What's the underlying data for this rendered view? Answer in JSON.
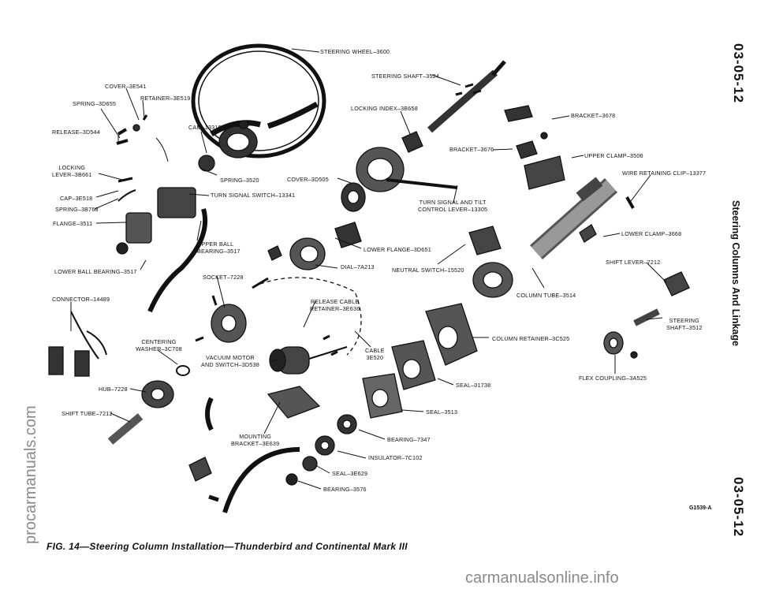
{
  "page": {
    "page_number_top": "03-05-12",
    "page_number_bottom": "03-05-12",
    "section_title": "Steering Columns And Linkage",
    "figure_caption": "FIG. 14—Steering Column Installation—Thunderbird and Continental Mark III",
    "figure_id": "G1539-A",
    "watermark_left": "procarmanuals.com",
    "watermark_bottom": "carmanualsonline.info"
  },
  "labels": {
    "steering_wheel": "STEERING WHEEL–3600",
    "steering_shaft": "STEERING SHAFT–3524",
    "cover_3e541": "COVER–3E541",
    "retainer_3e519": "RETAINER–3E519",
    "spring_3d655": "SPRING–3D655",
    "cam": "CAM–13318",
    "release": "RELEASE–3D544",
    "locking_index": "LOCKING INDEX–3B658",
    "bracket_3678": "BRACKET–3678",
    "bracket_3676": "BRACKET–3676",
    "upper_clamp": "UPPER CLAMP–3506",
    "locking_lever_1": "LOCKING",
    "locking_lever_2": "LEVER–3B661",
    "wire_clip": "WIRE RETAINING CLIP–13377",
    "spring_3520": "SPRING–3520",
    "cover_3d505": "COVER–3D505",
    "turn_signal_switch": "TURN SIGNAL SWITCH–13341",
    "cap": "CAP–3E518",
    "spring_3b768": "SPRING–3B768",
    "turn_tilt_1": "TURN SIGNAL AND TILT",
    "turn_tilt_2": "CONTROL LEVER–13305",
    "flange": "FLANGE–3511",
    "lower_clamp": "LOWER CLAMP–3668",
    "upper_ball_1": "UPPER BALL",
    "upper_ball_2": "BEARING–3517",
    "lower_flange": "LOWER FLANGE–3D651",
    "shift_lever": "SHIFT LEVER–7212",
    "lower_ball": "LOWER BALL BEARING–3517",
    "dial": "DIAL–7A213",
    "neutral_switch": "NEUTRAL SWITCH–15520",
    "socket": "SOCKET–7228",
    "column_tube": "COLUMN TUBE–3514",
    "connector": "CONNECTOR–14489",
    "release_cable_1": "RELEASE CABLE",
    "release_cable_2": "RETAINER–3E636",
    "steering_shaft_3512_1": "STEERING",
    "steering_shaft_3512_2": "SHAFT–3512",
    "column_retainer": "COLUMN RETAINER–3C525",
    "centering_1": "CENTERING",
    "centering_2": "WASHER–3C708",
    "cable_1": "CABLE",
    "cable_2": "3E520",
    "vacuum_1": "VACUUM MOTOR",
    "vacuum_2": "AND SWITCH–3D538",
    "flex_coupling": "FLEX COUPLING–3A525",
    "seal_01738": "SEAL–01738",
    "hub": "HUB–7228",
    "seal_3513": "SEAL–3513",
    "shift_tube": "SHIFT TUBE–7212",
    "mounting_1": "MOUNTING",
    "mounting_2": "BRACKET–3E639",
    "bearing_7347": "BEARING–7347",
    "insulator": "INSULATOR–7C102",
    "seal_3e629": "SEAL–3E629",
    "bearing_3576": "BEARING–3576"
  }
}
